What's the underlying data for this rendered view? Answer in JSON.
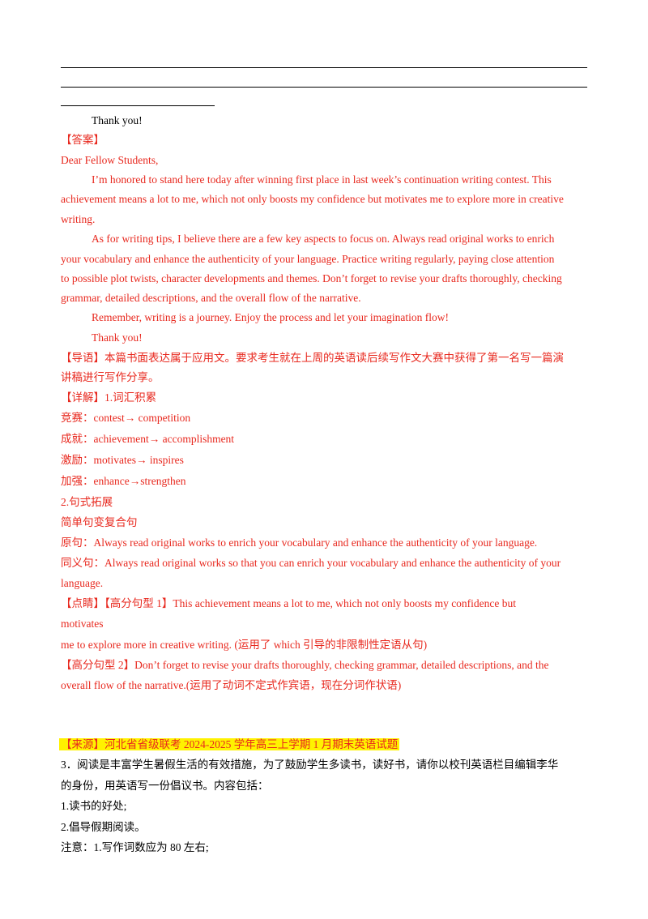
{
  "thanks_top": "Thank you!",
  "answer_label": "【答案】",
  "letter": {
    "salutation": "Dear Fellow Students,",
    "p1_l1": "I’m honored to stand here today after winning first place in last week’s continuation writing contest. This",
    "p1_l2": "achievement means a lot to me, which not only boosts my confidence but motivates me to explore more in creative",
    "p1_l3": "writing.",
    "p2_l1": "As for writing tips, I believe there are a few key aspects to focus on. Always read original works to enrich",
    "p2_l2": "your vocabulary and enhance the authenticity of your language. Practice writing regularly, paying close attention",
    "p2_l3": "to possible plot twists, character developments and themes. Don’t forget to revise your drafts thoroughly, checking",
    "p2_l4": "grammar, detailed descriptions, and the overall flow of the narrative.",
    "p3": "Remember, writing is a journey. Enjoy the process and let your imagination flow!",
    "closing": "Thank you!"
  },
  "guide": {
    "l1": "【导语】本篇书面表达属于应用文。要求考生就在上周的英语读后续写作文大赛中获得了第一名写一篇演",
    "l2": "讲稿进行写作分享。"
  },
  "detail": {
    "header": "【详解】1.词汇积累",
    "vocab": [
      "竞赛：contest→ competition",
      "成就：achievement→ accomplishment",
      "激励：motivates→ inspires",
      "加强：enhance→strengthen"
    ],
    "section2": "2.句式拓展",
    "simple_to_complex": "简单句变复合句",
    "original": "原句：Always read original works to enrich your vocabulary and enhance the authenticity of your language.",
    "synonym_l1": "同义句：Always read original works so that you can enrich your vocabulary and enhance the authenticity of your",
    "synonym_l2": "language."
  },
  "highlight1": {
    "l1": "【点睛】【高分句型 1】This achievement means a lot to me, which not only boosts my confidence but",
    "l2": "motivates",
    "l3": "me to explore more in creative writing. (运用了 which 引导的非限制性定语从句)"
  },
  "highlight2": {
    "l1": "【高分句型 2】Don’t forget to revise your drafts thoroughly, checking grammar, detailed descriptions, and the",
    "l2": "overall flow of the narrative.(运用了动词不定式作宾语，现在分词作状语)"
  },
  "source": "【来源】河北省省级联考 2024-2025 学年高三上学期 1 月期末英语试题",
  "question3": {
    "l1": "3．阅读是丰富学生暑假生活的有效措施，为了鼓励学生多读书，读好书，请你以校刊英语栏目编辑李华",
    "l2": "的身份，用英语写一份倡议书。内容包括：",
    "item1": "1.读书的好处;",
    "item2": "2.倡导假期阅读。",
    "note": "注意：1.写作词数应为 80 左右;"
  },
  "colors": {
    "answer_red": "#e8281e",
    "source_highlight": "#fff200"
  }
}
